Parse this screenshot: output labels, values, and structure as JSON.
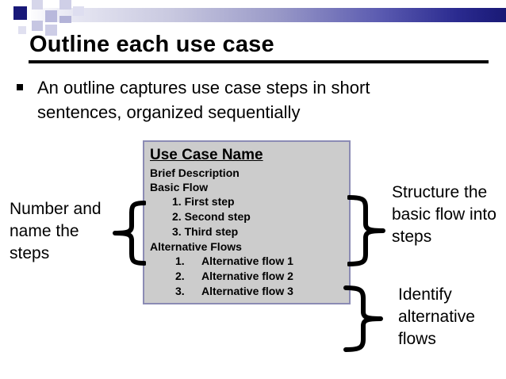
{
  "slide": {
    "title": "Outline each use case",
    "bullet": {
      "marker": "square-bullet",
      "text": "An outline captures use case steps in short sentences, organized sequentially"
    }
  },
  "use_case_box": {
    "title": "Use Case Name",
    "brief_description_label": "Brief Description",
    "basic_flow_label": "Basic Flow",
    "basic_flow_steps": [
      "1. First step",
      "2. Second step",
      "3. Third step"
    ],
    "alternative_flows_label": "Alternative Flows",
    "alternative_flows": [
      {
        "num": "1.",
        "text": "Alternative flow 1"
      },
      {
        "num": "2.",
        "text": "Alternative flow 2"
      },
      {
        "num": "3.",
        "text": "Alternative flow 3"
      }
    ],
    "fill_color": "#cccccc",
    "border_color": "#8b8bb4"
  },
  "annotations": {
    "left": "Number and name the steps",
    "right_top": "Structure the basic flow into steps",
    "right_bottom": "Identify alternative flows"
  },
  "theme": {
    "band_gradient_start": "#ffffff",
    "band_gradient_end": "#191975",
    "accent_square": "#181878",
    "rule_color": "#000000",
    "text_color": "#000000"
  }
}
